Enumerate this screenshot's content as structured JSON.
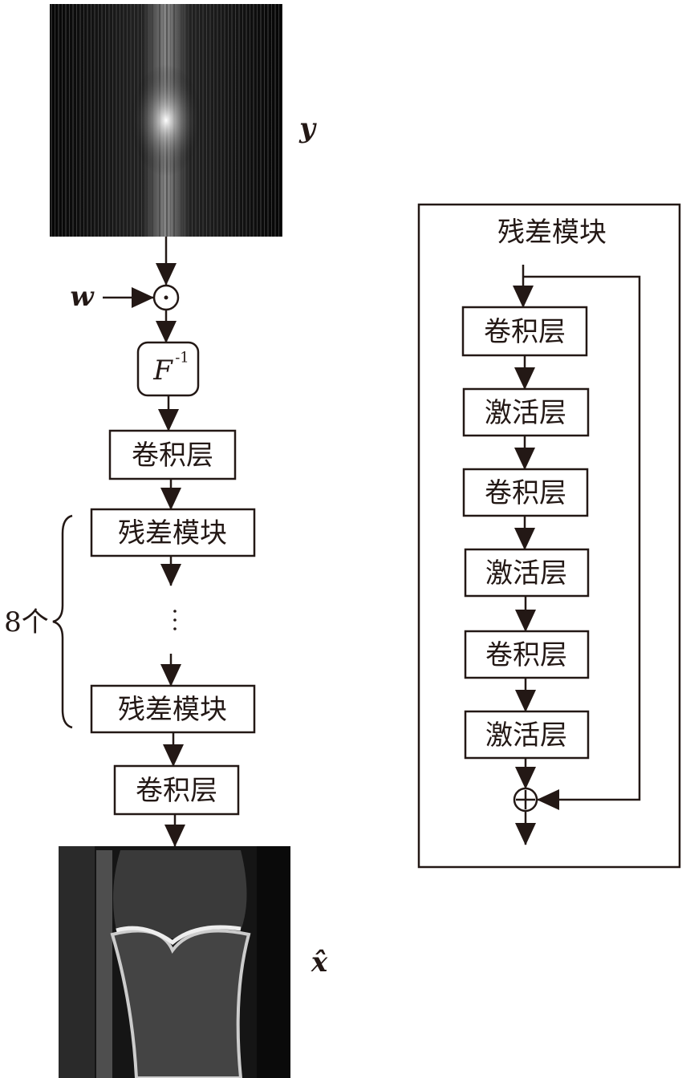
{
  "left": {
    "input_label": "y",
    "weight_label": "w",
    "ifft_label": "F",
    "ifft_sup": "-1",
    "conv1": "卷积层",
    "res_first": "残差模块",
    "ellipsis": "⋮",
    "res_last": "残差模块",
    "conv2": "卷积层",
    "repeat_label": "8个",
    "output_label": "x̂"
  },
  "right": {
    "title": "残差模块",
    "layers": [
      "卷积层",
      "激活层",
      "卷积层",
      "激活层",
      "卷积层",
      "激活层"
    ]
  },
  "colors": {
    "stroke": "#231815"
  }
}
